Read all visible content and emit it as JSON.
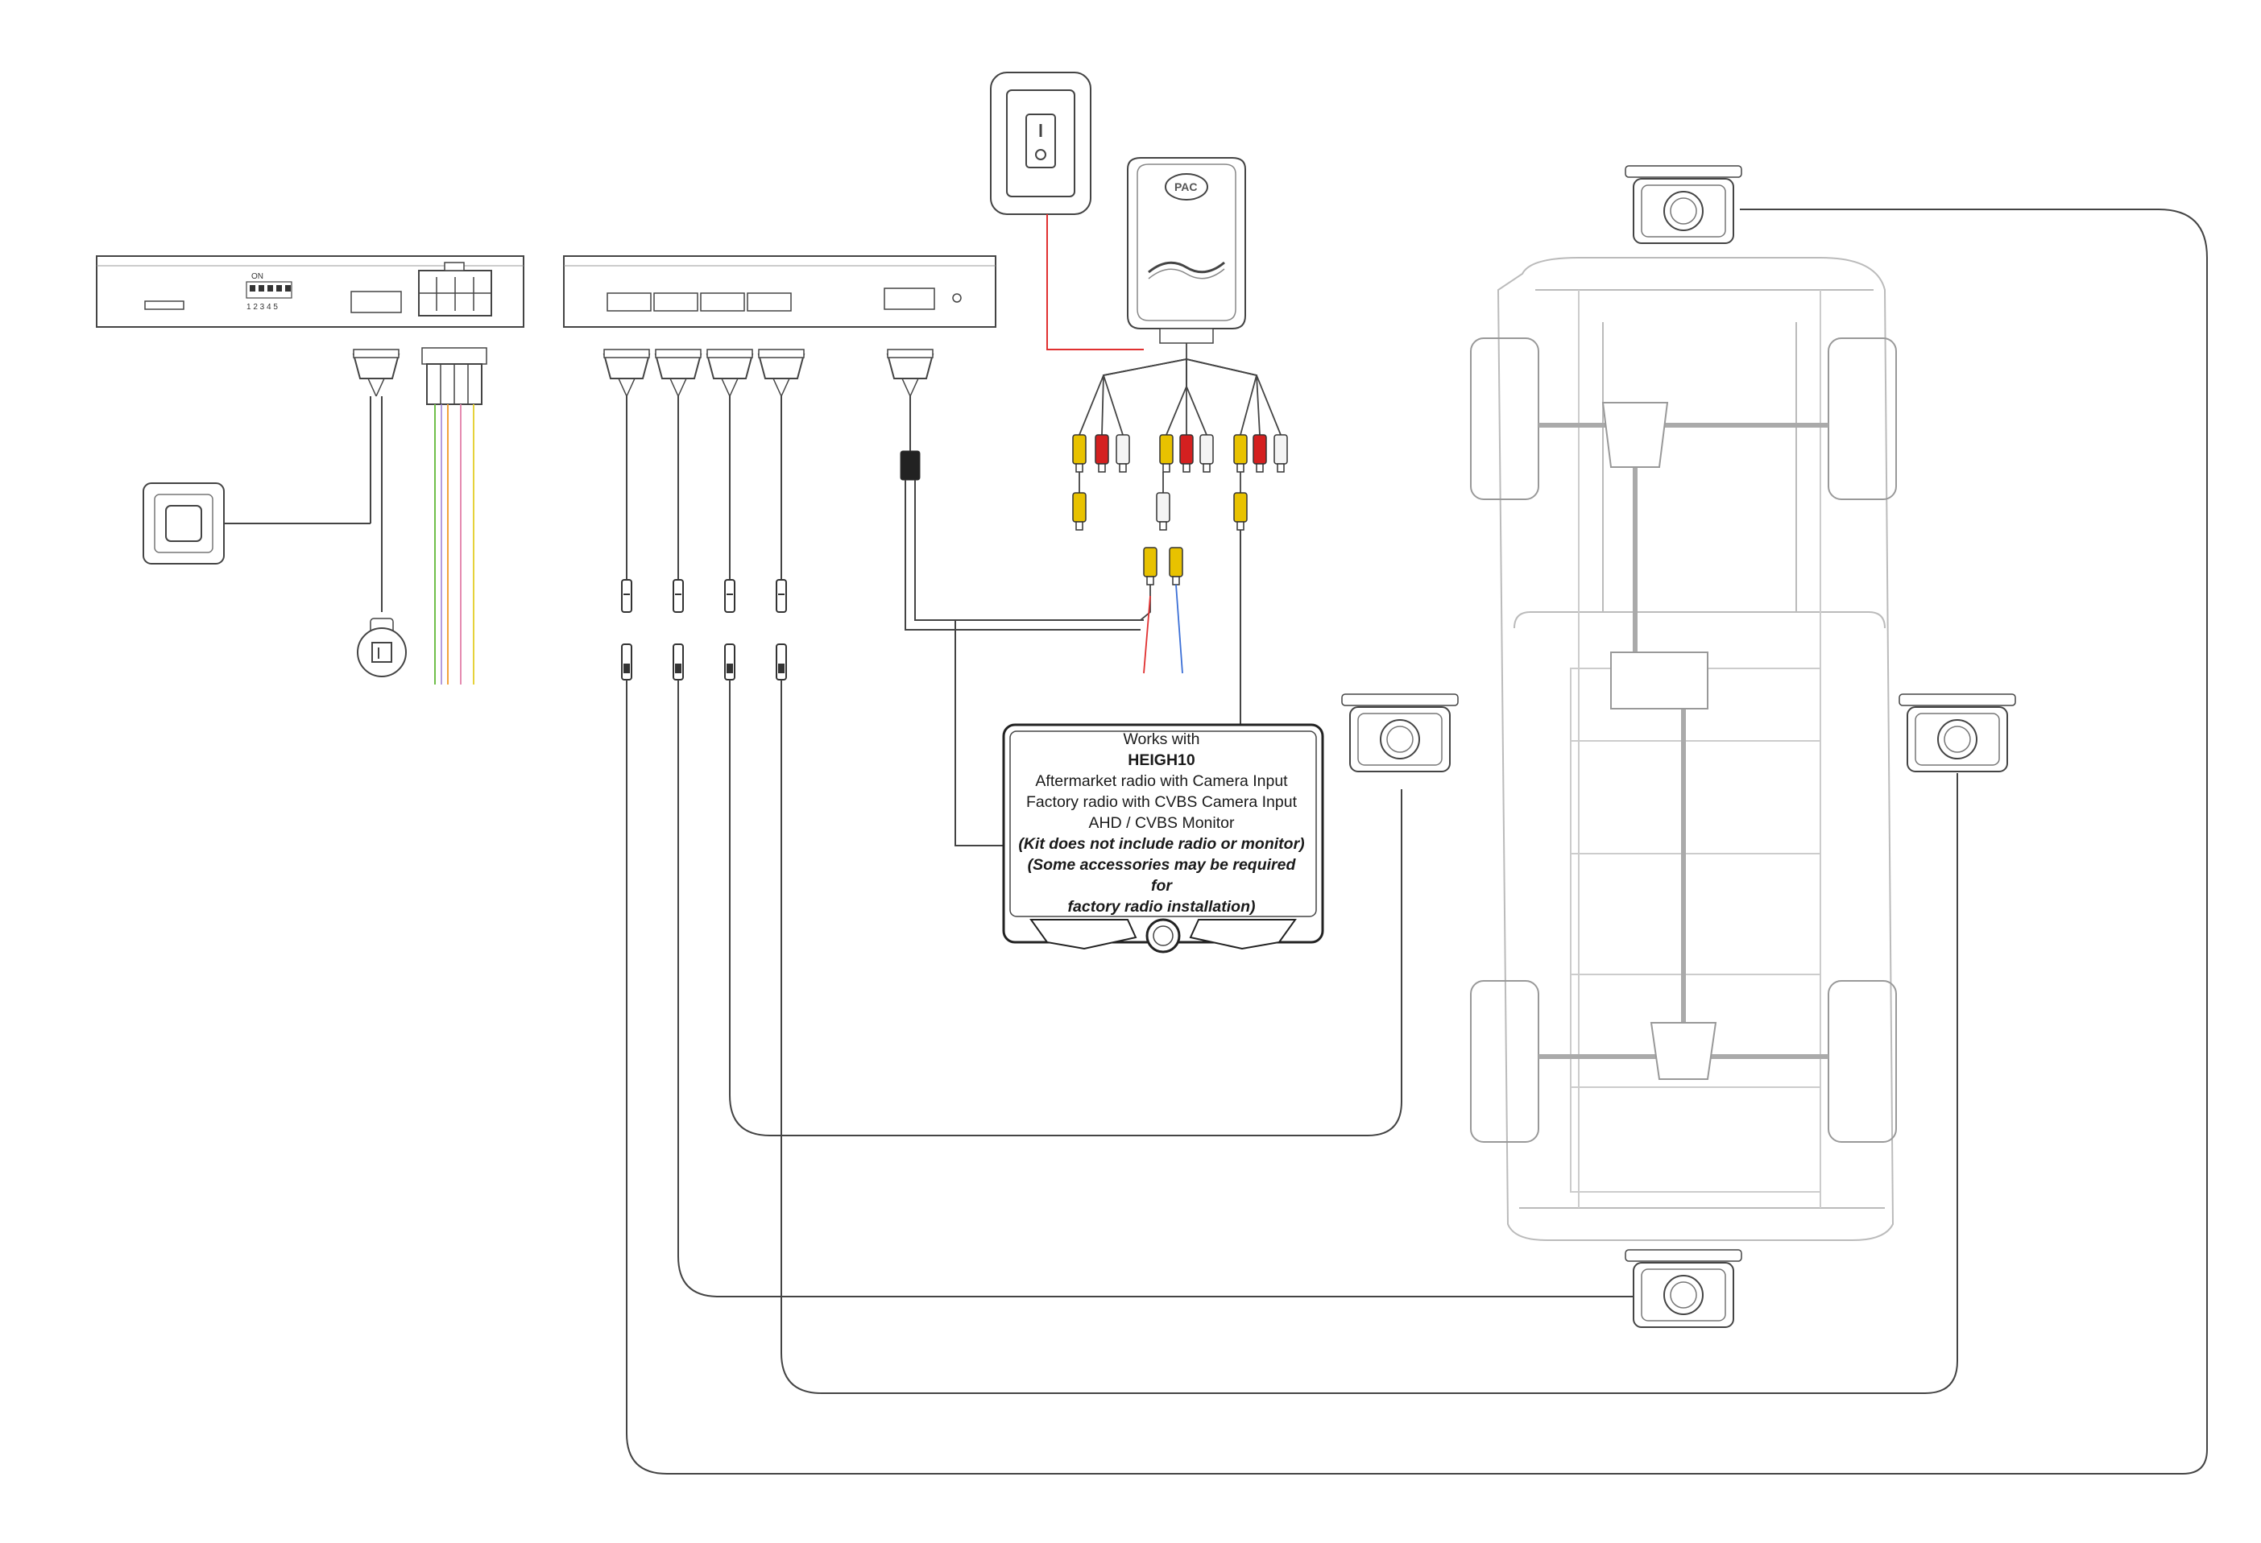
{
  "callout": {
    "line1": "Works with",
    "line2": "HEIGH10",
    "line3": "Aftermarket radio with Camera Input",
    "line4": "Factory radio with CVBS Camera Input",
    "line5": "AHD / CVBS Monitor",
    "line6": "(Kit does not include radio or monitor)",
    "line7": "(Some accessories may be required for",
    "line8": "factory radio installation)"
  },
  "labels": {
    "dip_on": "ON",
    "dip_numbers": "1 2 3 4 5",
    "brand": "PAC"
  },
  "icons": {
    "switch": "rocker-switch-icon",
    "button": "push-button-icon",
    "sensor": "round-sensor-icon",
    "camera": "camera-icon",
    "vehicle": "vehicle-chassis-icon"
  },
  "colors": {
    "line": "#555555",
    "rca_yellow": "#e8c200",
    "rca_red": "#d42020",
    "rca_white": "#f4f4f4",
    "wire_red": "#e03030",
    "wire_blue": "#3b6fd6",
    "wire_orange": "#f2a33a",
    "wire_green": "#6fbf4a",
    "wire_pink": "#e58bb0",
    "wire_yellow": "#e6d23a",
    "wire_purple": "#9a7bd0"
  }
}
